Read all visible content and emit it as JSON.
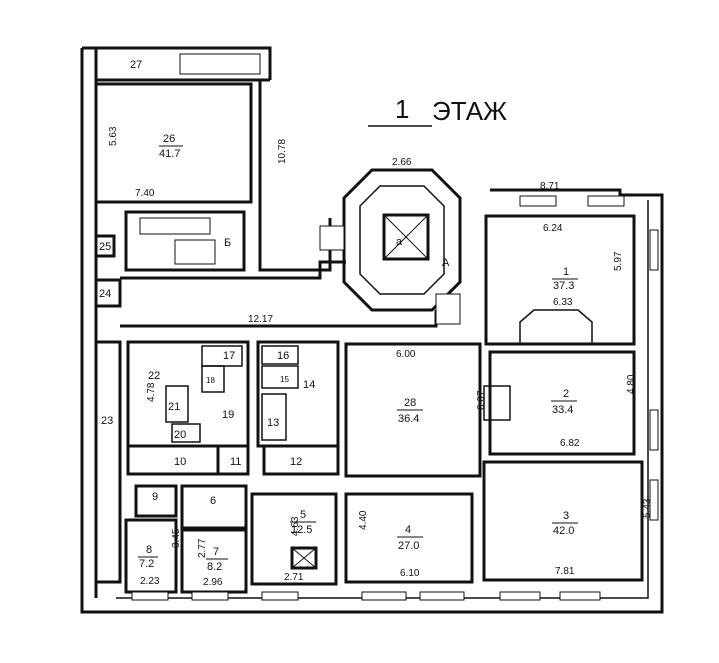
{
  "title_number": "1",
  "title_text": "ЭТАЖ",
  "rooms": [
    {
      "id": "r26",
      "number": "26",
      "area": "41.7"
    },
    {
      "id": "r1",
      "number": "1",
      "area": "37.3"
    },
    {
      "id": "r28",
      "number": "28",
      "area": "36.4"
    },
    {
      "id": "r2",
      "number": "2",
      "area": "33.4"
    },
    {
      "id": "r3",
      "number": "3",
      "area": "42.0"
    },
    {
      "id": "r4",
      "number": "4",
      "area": "27.0"
    },
    {
      "id": "r5",
      "number": "5",
      "area": "12.5"
    },
    {
      "id": "r7",
      "number": "7",
      "area": "8.2"
    },
    {
      "id": "r8",
      "number": "8",
      "area": "7.2"
    }
  ],
  "room_labels": {
    "r27": "27",
    "r25": "25",
    "r24": "24",
    "r23": "23",
    "r22": "22",
    "r21": "21",
    "r20": "20",
    "r19": "19",
    "r18": "18",
    "r17": "17",
    "r16": "16",
    "r15": "15",
    "r14": "14",
    "r13": "13",
    "r12": "12",
    "r11": "11",
    "r10": "10",
    "r9": "9",
    "r6": "6",
    "rB": "Б",
    "rA": "А",
    "ra": "a"
  },
  "dimensions": {
    "d563": "5.63",
    "d740": "7.40",
    "d1078": "10.78",
    "d266": "2.66",
    "d871": "8.71",
    "d624": "6.24",
    "d597": "5.97",
    "d633": "6.33",
    "d1217": "12.17",
    "d600": "6.00",
    "d607": "6.07",
    "d480": "4.80",
    "d682": "6.82",
    "d478": "4.78",
    "d543": "5.43",
    "d781": "7.81",
    "d440": "4.40",
    "d610": "6.10",
    "d463": "4.63",
    "d271": "2.71",
    "d345": "3.45",
    "d223": "2.23",
    "d277": "2.77",
    "d296": "2.96"
  },
  "colors": {
    "line": "#111111",
    "paper": "#ffffff"
  }
}
